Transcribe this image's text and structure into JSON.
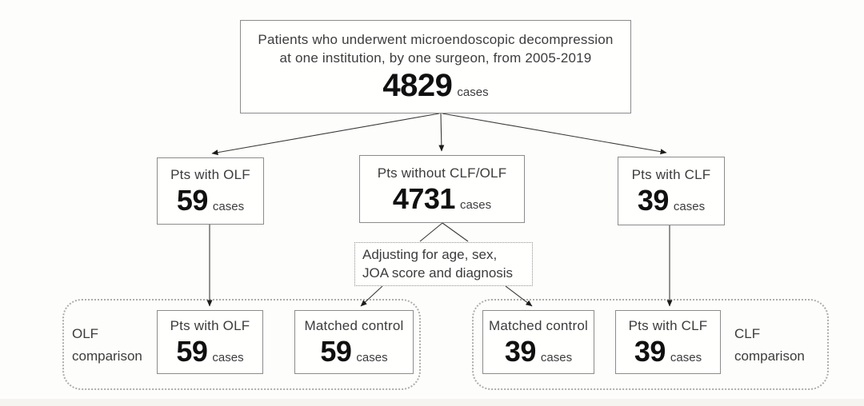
{
  "diagram": {
    "root": {
      "line1": "Patients who underwent microendoscopic decompression",
      "line2": "at one institution, by one surgeon, from 2005-2019",
      "count": "4829",
      "unit": "cases"
    },
    "branches": {
      "olf": {
        "label": "Pts with OLF",
        "count": "59",
        "unit": "cases"
      },
      "no_clf_olf": {
        "label": "Pts without CLF/OLF",
        "count": "4731",
        "unit": "cases"
      },
      "clf": {
        "label": "Pts with CLF",
        "count": "39",
        "unit": "cases"
      }
    },
    "adjust": {
      "line1": "Adjusting for age, sex,",
      "line2": "JOA score and diagnosis"
    },
    "olf_group": {
      "label_line1": "OLF",
      "label_line2": "comparison",
      "boxes": [
        {
          "label": "Pts with OLF",
          "count": "59",
          "unit": "cases"
        },
        {
          "label": "Matched control",
          "count": "59",
          "unit": "cases"
        }
      ]
    },
    "clf_group": {
      "label_line1": "CLF",
      "label_line2": "comparison",
      "boxes": [
        {
          "label": "Matched control",
          "count": "39",
          "unit": "cases"
        },
        {
          "label": "Pts with CLF",
          "count": "39",
          "unit": "cases"
        }
      ]
    },
    "colors": {
      "background": "#fdfdfb",
      "box_border": "#8c8c8c",
      "dotted_border": "#adadad",
      "text": "#3c3c3c",
      "number": "#101010",
      "connector": "#3a3a3a"
    }
  }
}
